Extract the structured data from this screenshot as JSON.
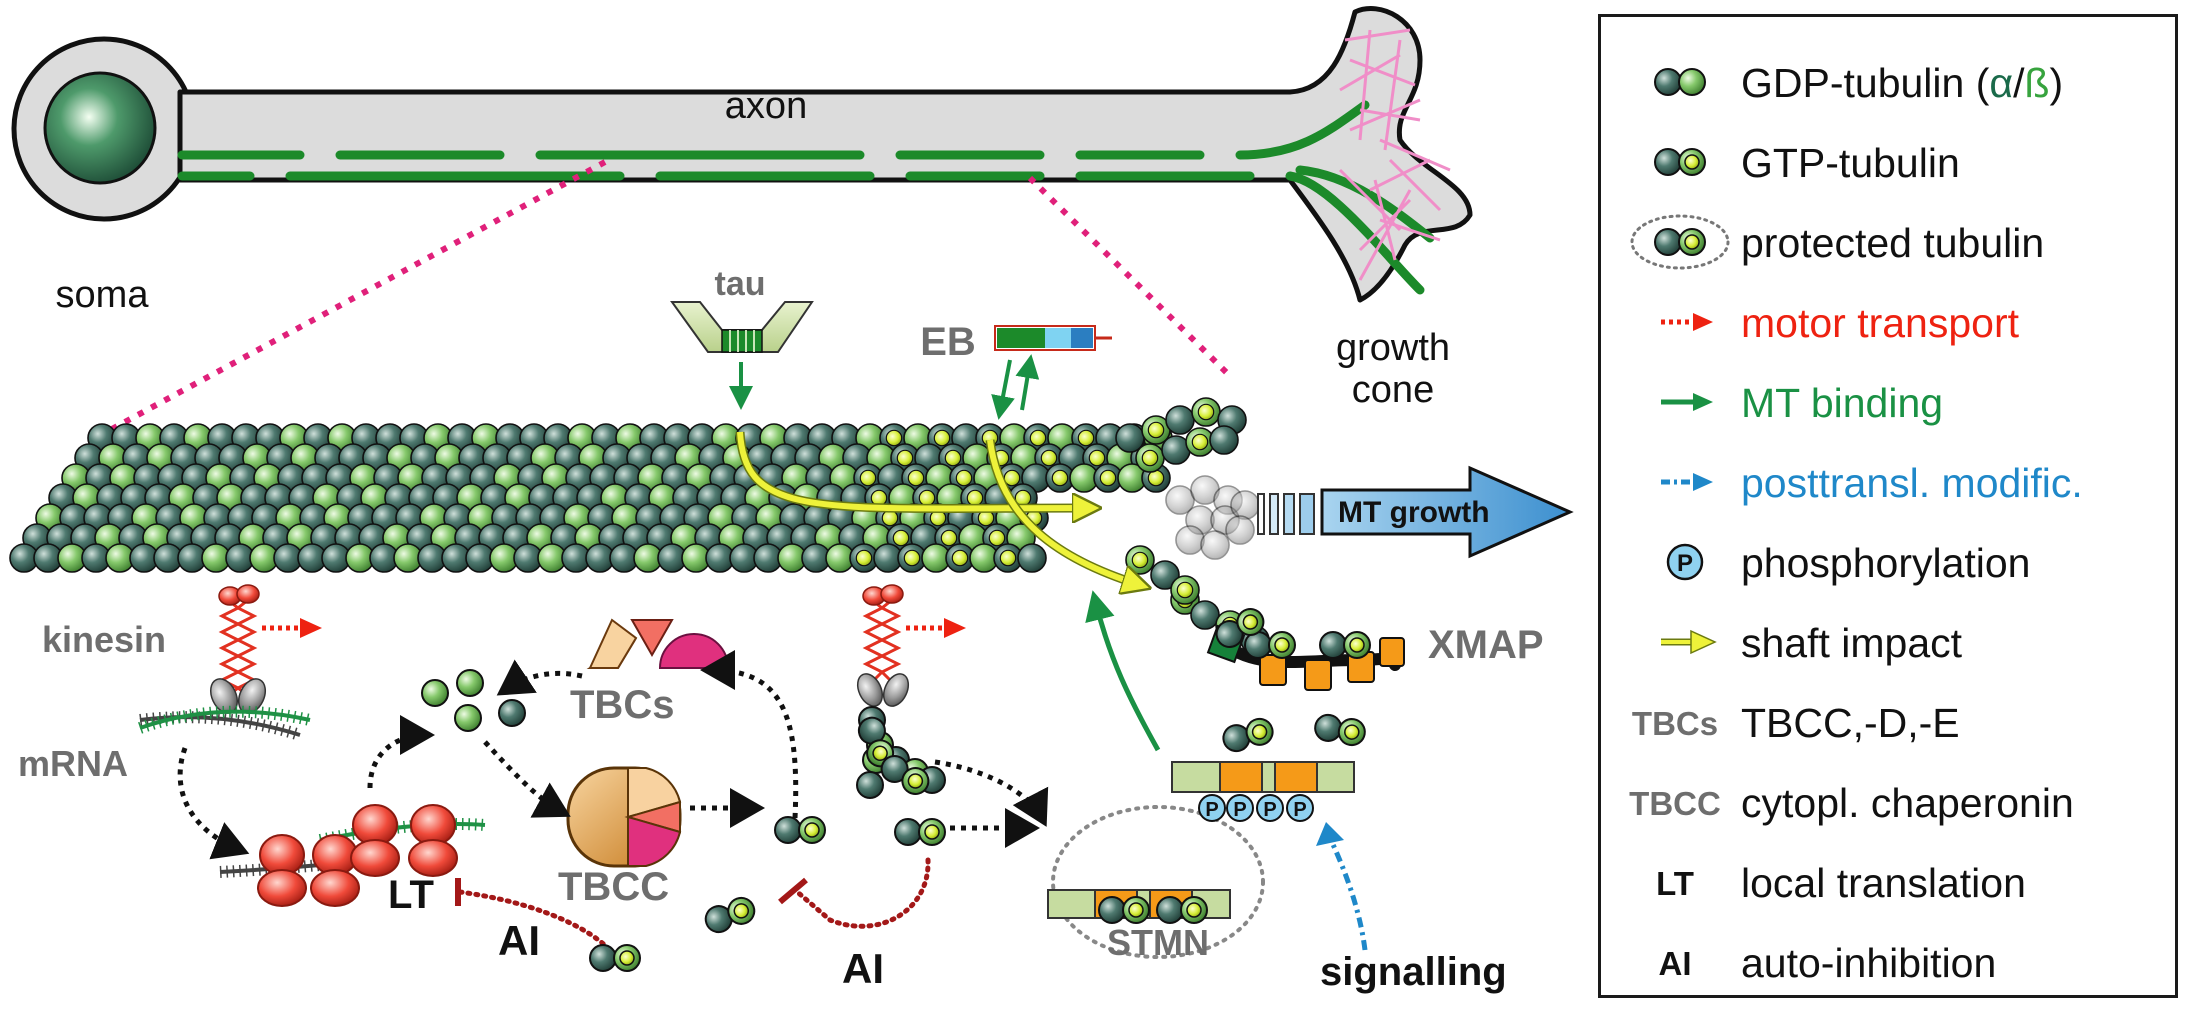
{
  "diagram": {
    "labels": {
      "axon": "axon",
      "soma": "soma",
      "growth_cone_1": "growth",
      "growth_cone_2": "cone",
      "tau": "tau",
      "eb": "EB",
      "mt_growth": "MT growth",
      "kinesin": "kinesin",
      "mrna": "mRNA",
      "tbcs": "TBCs",
      "tbcc": "TBCC",
      "lt": "LT",
      "ai_left": "AI",
      "ai_right": "AI",
      "xmap": "XMAP",
      "stmn": "STMN",
      "signalling": "signalling",
      "phospho": "P"
    }
  },
  "legend": {
    "items": [
      {
        "text": "GDP-tubulin (",
        "alpha": "α",
        "slash": "/",
        "beta": "ß",
        "close": ")"
      },
      {
        "text": "GTP-tubulin"
      },
      {
        "text": "protected tubulin"
      },
      {
        "text": "motor transport"
      },
      {
        "text": "MT binding"
      },
      {
        "text": "posttransl. modific."
      },
      {
        "text": "phosphorylation",
        "symbol": "P"
      },
      {
        "text": "shaft impact"
      },
      {
        "abbr": "TBCs",
        "text": "TBCC,-D,-E"
      },
      {
        "abbr": "TBCC",
        "text": "cytopl. chaperonin"
      },
      {
        "abbr": "LT",
        "text": "local translation"
      },
      {
        "abbr": "AI",
        "text": "auto-inhibition"
      }
    ]
  },
  "colors": {
    "alpha_tubulin": "#2e5d52",
    "beta_tubulin": "#7fc46a",
    "gtp_yellow": "#d8ef3a",
    "motor_red": "#ee2211",
    "binding_green": "#1a9144",
    "modification_blue": "#1f88c9",
    "shaft_yellow": "#eef23a",
    "magenta": "#e0207a",
    "orange": "#f59a18"
  }
}
